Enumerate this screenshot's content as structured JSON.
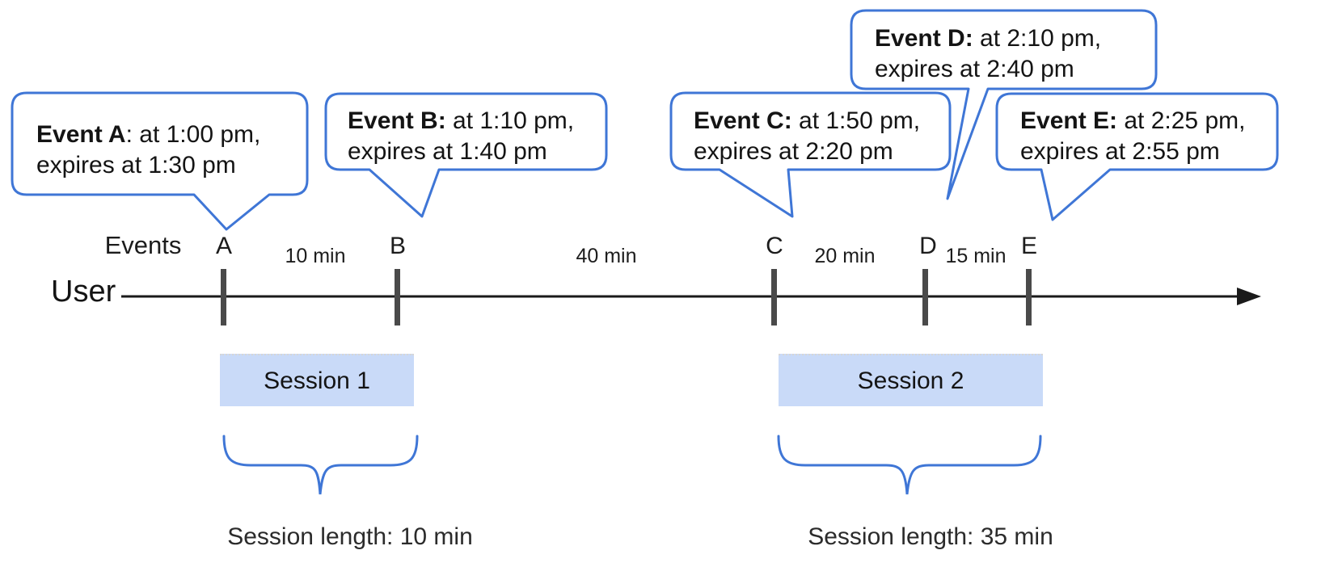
{
  "diagram_type": "event-session-timeline",
  "colors": {
    "callout_border": "#3f76d6",
    "callout_fill": "#ffffff",
    "session_fill": "#c9daf8",
    "brace": "#3f76d6",
    "tick": "#4a4a4a",
    "timeline": "#1a1a1a"
  },
  "bubbles": [
    {
      "id": "A",
      "bold": "Event A",
      "rest": ": at 1:00 pm,",
      "line2": "expires at 1:30 pm"
    },
    {
      "id": "B",
      "bold": "Event B:",
      "rest": " at 1:10 pm,",
      "line2": "expires at 1:40 pm"
    },
    {
      "id": "C",
      "bold": "Event C:",
      "rest": " at 1:50 pm,",
      "line2": "expires at 2:20 pm"
    },
    {
      "id": "D",
      "bold": "Event D:",
      "rest": " at 2:10 pm,",
      "line2": "expires at 2:40 pm"
    },
    {
      "id": "E",
      "bold": "Event E:",
      "rest": " at 2:25 pm,",
      "line2": "expires at 2:55 pm"
    }
  ],
  "timeline": {
    "axis_label": "User",
    "events_label": "Events",
    "ticks": [
      "A",
      "B",
      "C",
      "D",
      "E"
    ],
    "intervals": [
      {
        "label": "10 min"
      },
      {
        "label": "40 min"
      },
      {
        "label": "20 min"
      },
      {
        "label": "15 min"
      }
    ]
  },
  "sessions": [
    {
      "label": "Session 1",
      "caption": "Session length: 10 min"
    },
    {
      "label": "Session 2",
      "caption": "Session length: 35 min"
    }
  ]
}
